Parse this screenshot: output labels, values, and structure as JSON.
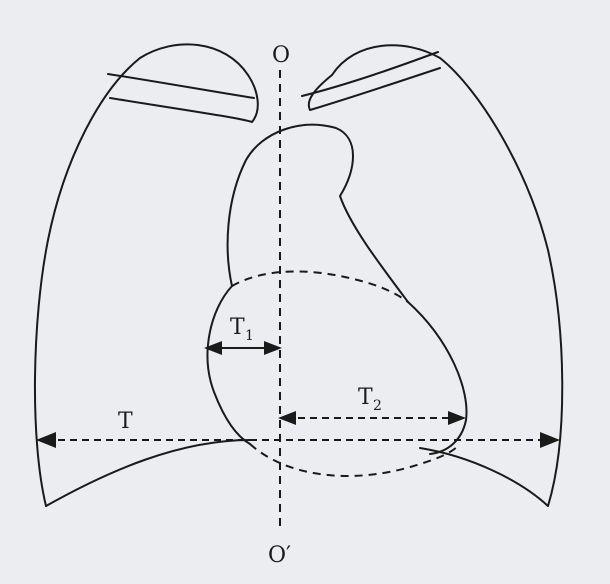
{
  "labels": {
    "top_axis": "O",
    "bottom_axis": "O′",
    "thorax_width": "T",
    "right_heart_width_main": "T",
    "right_heart_width_sub": "1",
    "left_heart_width_main": "T",
    "left_heart_width_sub": "2"
  },
  "colors": {
    "background": "#ecedf0",
    "ink": "#1a1a1a"
  }
}
